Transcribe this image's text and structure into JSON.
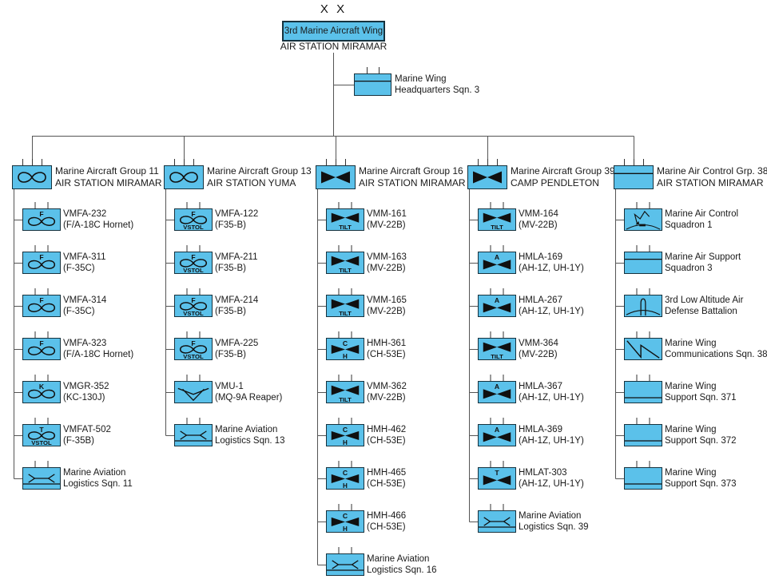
{
  "root": {
    "echelon": "X X",
    "title": "3rd Marine Aircraft Wing",
    "subtitle": "AIR STATION MIRAMAR"
  },
  "hq": {
    "icon": "band-top",
    "label": [
      "Marine Wing",
      "Headquarters Sqn. 3"
    ]
  },
  "colors": {
    "box_fill": "#5BC1EA",
    "box_border": "#16323E",
    "line": "#555555",
    "ink": "#101010"
  },
  "groups": [
    {
      "name": "Marine Aircraft Group 11",
      "location": "AIR STATION MIRAMAR",
      "icon": "fw",
      "children": [
        {
          "label": [
            "VMFA-232",
            "(F/A-18C Hornet)"
          ],
          "icon": "fw",
          "top": "F",
          "bottom": ""
        },
        {
          "label": [
            "VMFA-311",
            "(F-35C)"
          ],
          "icon": "fw",
          "top": "F",
          "bottom": ""
        },
        {
          "label": [
            "VMFA-314",
            "(F-35C)"
          ],
          "icon": "fw",
          "top": "F",
          "bottom": ""
        },
        {
          "label": [
            "VMFA-323",
            "(F/A-18C Hornet)"
          ],
          "icon": "fw",
          "top": "F",
          "bottom": ""
        },
        {
          "label": [
            "VMGR-352",
            "(KC-130J)"
          ],
          "icon": "fw",
          "top": "K",
          "bottom": ""
        },
        {
          "label": [
            "VMFAT-502",
            "(F-35B)"
          ],
          "icon": "fw",
          "top": "T",
          "bottom": "VSTOL"
        },
        {
          "label": [
            "Marine Aviation",
            "Logistics Sqn. 11"
          ],
          "icon": "mals",
          "top": "",
          "bottom": ""
        }
      ]
    },
    {
      "name": "Marine Aircraft Group 13",
      "location": "AIR STATION YUMA",
      "icon": "fw",
      "children": [
        {
          "label": [
            "VMFA-122",
            "(F35-B)"
          ],
          "icon": "fw",
          "top": "F",
          "bottom": "VSTOL"
        },
        {
          "label": [
            "VMFA-211",
            "(F35-B)"
          ],
          "icon": "fw",
          "top": "F",
          "bottom": "VSTOL"
        },
        {
          "label": [
            "VMFA-214",
            "(F35-B)"
          ],
          "icon": "fw",
          "top": "F",
          "bottom": "VSTOL"
        },
        {
          "label": [
            "VMFA-225",
            "(F35-B)"
          ],
          "icon": "fw",
          "top": "F",
          "bottom": "VSTOL"
        },
        {
          "label": [
            "VMU-1",
            "(MQ-9A Reaper)"
          ],
          "icon": "uav",
          "top": "",
          "bottom": ""
        },
        {
          "label": [
            "Marine Aviation",
            "Logistics Sqn. 13"
          ],
          "icon": "mals",
          "top": "",
          "bottom": ""
        }
      ]
    },
    {
      "name": "Marine Aircraft Group 16",
      "location": "AIR STATION MIRAMAR",
      "icon": "rw",
      "children": [
        {
          "label": [
            "VMM-161",
            "(MV-22B)"
          ],
          "icon": "rw",
          "top": "",
          "bottom": "TILT"
        },
        {
          "label": [
            "VMM-163",
            "(MV-22B)"
          ],
          "icon": "rw",
          "top": "",
          "bottom": "TILT"
        },
        {
          "label": [
            "VMM-165",
            "(MV-22B)"
          ],
          "icon": "rw",
          "top": "",
          "bottom": "TILT"
        },
        {
          "label": [
            "HMH-361",
            "(CH-53E)"
          ],
          "icon": "rw",
          "top": "C",
          "bottom": "H"
        },
        {
          "label": [
            "VMM-362",
            "(MV-22B)"
          ],
          "icon": "rw",
          "top": "",
          "bottom": "TILT"
        },
        {
          "label": [
            "HMH-462",
            "(CH-53E)"
          ],
          "icon": "rw",
          "top": "C",
          "bottom": "H"
        },
        {
          "label": [
            "HMH-465",
            "(CH-53E)"
          ],
          "icon": "rw",
          "top": "C",
          "bottom": "H"
        },
        {
          "label": [
            "HMH-466",
            "(CH-53E)"
          ],
          "icon": "rw",
          "top": "C",
          "bottom": "H"
        },
        {
          "label": [
            "Marine Aviation",
            "Logistics Sqn. 16"
          ],
          "icon": "mals",
          "top": "",
          "bottom": ""
        }
      ]
    },
    {
      "name": "Marine Aircraft Group 39",
      "location": "CAMP PENDLETON",
      "icon": "rw",
      "children": [
        {
          "label": [
            "VMM-164",
            "(MV-22B)"
          ],
          "icon": "rw",
          "top": "",
          "bottom": "TILT"
        },
        {
          "label": [
            "HMLA-169",
            "(AH-1Z, UH-1Y)"
          ],
          "icon": "rw",
          "top": "A",
          "bottom": ""
        },
        {
          "label": [
            "HMLA-267",
            "(AH-1Z, UH-1Y)"
          ],
          "icon": "rw",
          "top": "A",
          "bottom": ""
        },
        {
          "label": [
            "VMM-364",
            "(MV-22B)"
          ],
          "icon": "rw",
          "top": "",
          "bottom": "TILT"
        },
        {
          "label": [
            "HMLA-367",
            "(AH-1Z, UH-1Y)"
          ],
          "icon": "rw",
          "top": "A",
          "bottom": ""
        },
        {
          "label": [
            "HMLA-369",
            "(AH-1Z, UH-1Y)"
          ],
          "icon": "rw",
          "top": "A",
          "bottom": ""
        },
        {
          "label": [
            "HMLAT-303",
            "(AH-1Z, UH-1Y)"
          ],
          "icon": "rw",
          "top": "T",
          "bottom": ""
        },
        {
          "label": [
            "Marine Aviation",
            "Logistics Sqn. 39"
          ],
          "icon": "mals",
          "top": "",
          "bottom": ""
        }
      ]
    },
    {
      "name": "Marine Air Control Grp. 38",
      "location": "AIR STATION MIRAMAR",
      "icon": "band-top",
      "children": [
        {
          "label": [
            "Marine Air Control",
            "Squadron 1"
          ],
          "icon": "air-control",
          "top": "",
          "bottom": ""
        },
        {
          "label": [
            "Marine Air Support",
            "Squadron 3"
          ],
          "icon": "band-top",
          "top": "",
          "bottom": ""
        },
        {
          "label": [
            "3rd Low Altitude Air",
            "Defense Battalion"
          ],
          "icon": "air-defense",
          "top": "",
          "bottom": ""
        },
        {
          "label": [
            "Marine Wing",
            "Communications Sqn. 38"
          ],
          "icon": "comms",
          "top": "",
          "bottom": ""
        },
        {
          "label": [
            "Marine Wing",
            "Support Sqn. 371"
          ],
          "icon": "band-bottom",
          "top": "",
          "bottom": ""
        },
        {
          "label": [
            "Marine Wing",
            "Support Sqn. 372"
          ],
          "icon": "band-bottom",
          "top": "",
          "bottom": ""
        },
        {
          "label": [
            "Marine Wing",
            "Support Sqn. 373"
          ],
          "icon": "band-bottom",
          "top": "",
          "bottom": ""
        }
      ]
    }
  ]
}
